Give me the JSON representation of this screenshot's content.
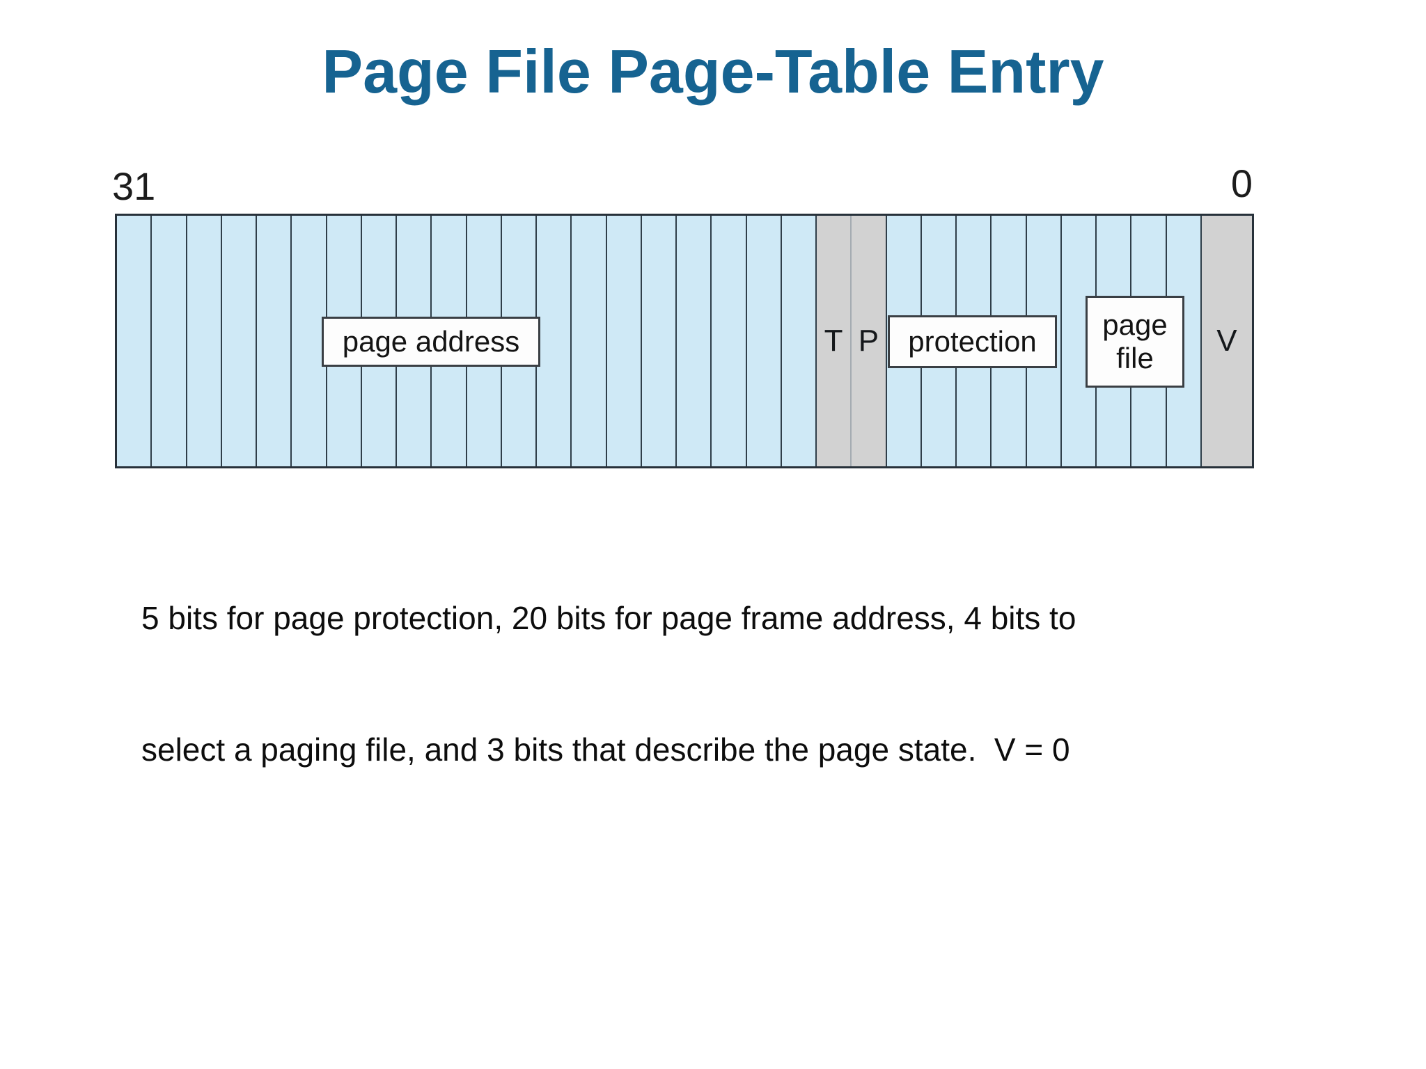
{
  "title": "Page File Page-Table Entry",
  "colors": {
    "title": "#166391",
    "cell_blue": "#cfe9f6",
    "cell_gray": "#d2d2d2",
    "divider": "#2f3e49"
  },
  "diagram": {
    "bit_high_label": "31",
    "bit_low_label": "0",
    "fields": [
      {
        "label": "page address",
        "bits": 20,
        "style": "blue"
      },
      {
        "label": "T",
        "bits": 1,
        "style": "gray",
        "inline": true,
        "divider": "light"
      },
      {
        "label": "P",
        "bits": 1,
        "style": "gray",
        "inline": true
      },
      {
        "label": "protection",
        "bits": 5,
        "style": "blue"
      },
      {
        "label": "page file",
        "bits": 4,
        "style": "blue"
      },
      {
        "label": "V",
        "bits": 1,
        "style": "gray",
        "inline": true,
        "wide": true
      }
    ],
    "overlay_labels": {
      "page_address": "page address",
      "protection": "protection",
      "page_file_line1": "page",
      "page_file_line2": "file"
    }
  },
  "caption": {
    "line1": "5 bits for page protection, 20 bits for page frame address, 4 bits to",
    "line2": "select a paging file, and 3 bits that describe the page state.  V = 0"
  }
}
